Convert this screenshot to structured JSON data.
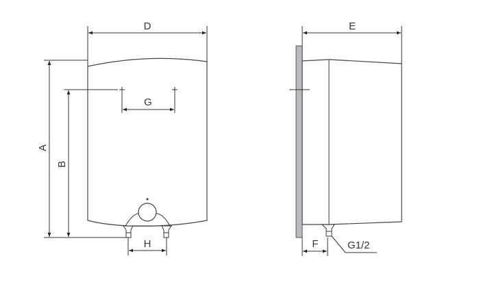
{
  "diagram": {
    "front_view": {
      "labels": {
        "A": "A",
        "B": "B",
        "D": "D",
        "G": "G",
        "H": "H"
      }
    },
    "side_view": {
      "labels": {
        "E": "E",
        "F": "F",
        "G12": "G1/2"
      }
    },
    "colors": {
      "line": "#333333",
      "wall_plate": "#b9b9be"
    }
  }
}
